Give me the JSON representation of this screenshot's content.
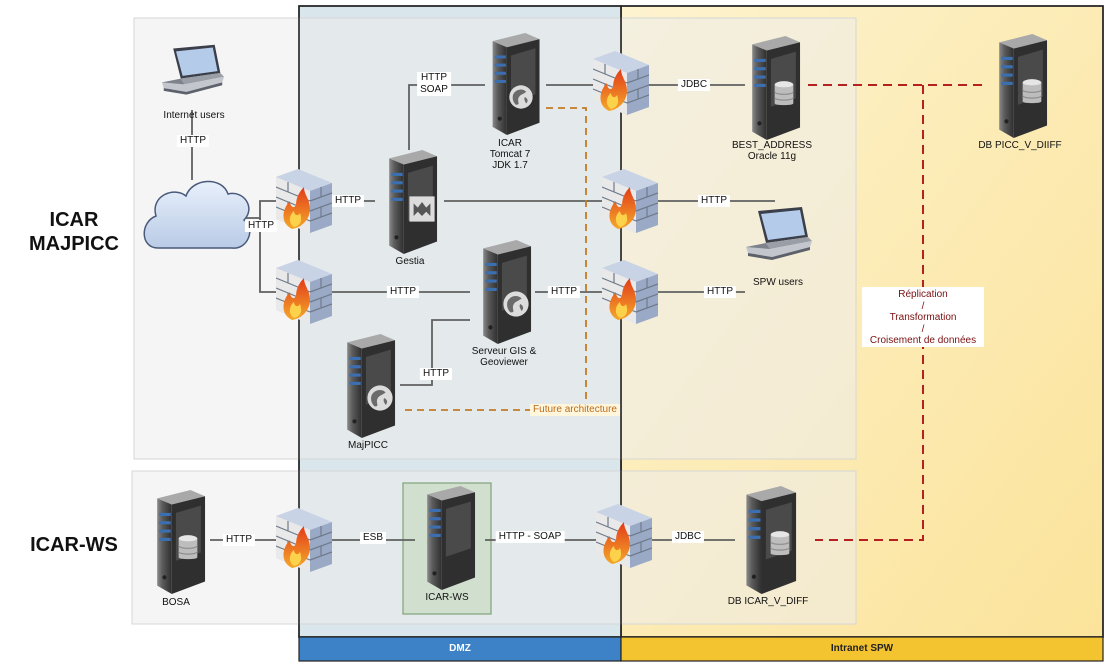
{
  "sections": {
    "icar_majpicc": "ICAR\nMAJPICC",
    "icar_ws": "ICAR-WS"
  },
  "zones": {
    "dmz": "DMZ",
    "intranet": "Intranet SPW"
  },
  "nodes": {
    "internet_users": "Internet users",
    "icar_server": "ICAR\nTomcat 7\nJDK 1.7",
    "gestia": "Gestia",
    "gis_server": "Serveur GIS &\nGeoviewer",
    "majpicc": "MajPICC",
    "best_address": "BEST_ADDRESS\nOracle 11g",
    "db_picc": "DB PICC_V_DIIFF",
    "spw_users": "SPW users",
    "bosa": "BOSA",
    "icar_ws": "ICAR-WS",
    "db_icar": "DB ICAR_V_DIFF"
  },
  "edges": {
    "internet_http": "HTTP",
    "cloud_http": "HTTP",
    "fw_gestia_http": "HTTP",
    "http_soap": "HTTP\nSOAP",
    "jdbc_top": "JDBC",
    "gestia_spw_http": "HTTP",
    "fw_gis_http": "HTTP",
    "gis_fw_http": "HTTP",
    "fw_spw_http": "HTTP",
    "majpicc_gis_http": "HTTP",
    "future": "Future architecture",
    "bosa_http": "HTTP",
    "esb": "ESB",
    "http_soap_ws": "HTTP - SOAP",
    "jdbc_bottom": "JDBC"
  },
  "replication": {
    "line1": "Réplication",
    "sep1": "/",
    "line2": "Transformation",
    "sep2": "/",
    "line3": "Croisement de données"
  },
  "colors": {
    "dmz_fill": "#d6e4ea",
    "intranet_fill": "#fdeaa8",
    "dmz_bar": "#3d82c6",
    "intranet_bar": "#f4c430",
    "replication_line": "#b52020",
    "future_line": "#c47a24",
    "panel_fill": "#f2f2f2",
    "icar_ws_box": "#cfe0c8"
  }
}
